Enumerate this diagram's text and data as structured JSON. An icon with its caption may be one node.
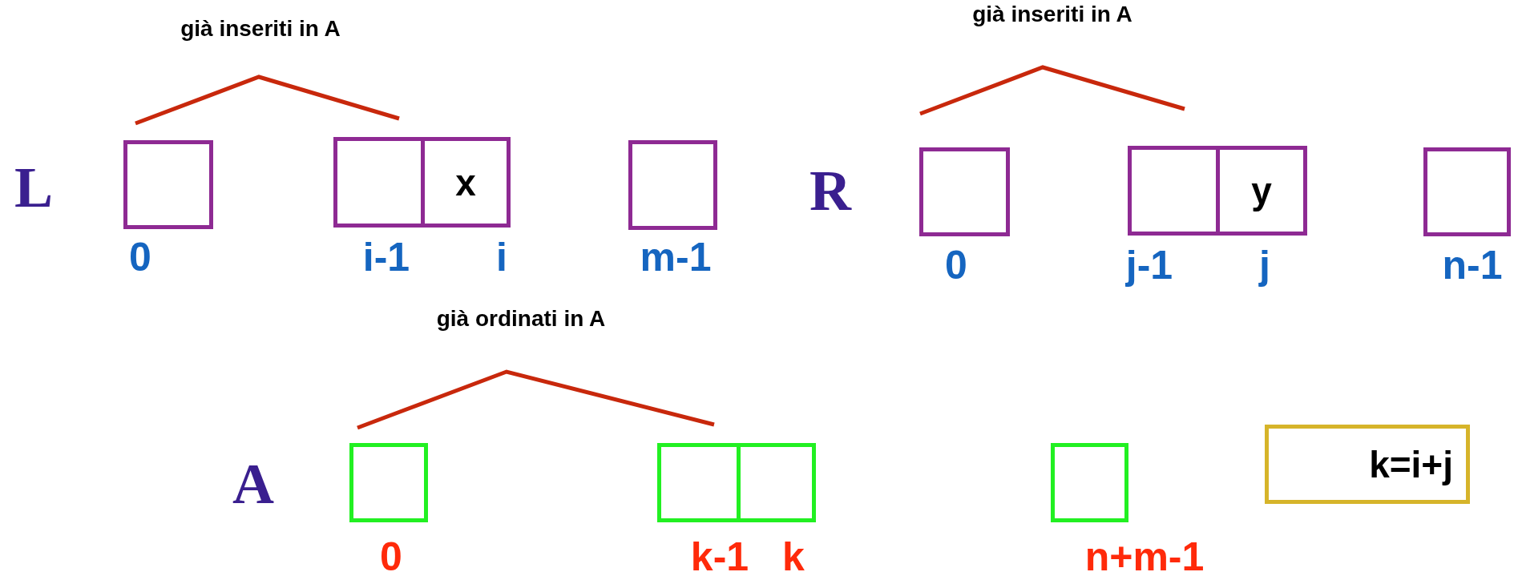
{
  "diagram": {
    "nodes": [
      {
        "text": [],
        "shape": "box"
      },
      {
        "text": [],
        "shape": "box"
      },
      {
        "text": [
          "x"
        ]
      },
      {
        "text": [],
        "shape": "box"
      },
      {
        "text": [],
        "shape": "box"
      },
      {
        "text": [],
        "shape": "box"
      },
      {
        "text": [
          "y"
        ]
      },
      {
        "text": [],
        "shape": "box"
      },
      {
        "text": [],
        "shape": "box"
      },
      {
        "text": [],
        "shape": "box"
      },
      {
        "text": [],
        "shape": "box"
      },
      {
        "text": [],
        "shape": "box"
      },
      {
        "text": [
          "k=i+j"
        ]
      }
    ],
    "labels": [
      "già inseriti in A",
      "già inseriti in A",
      "L",
      "R",
      "0",
      "i-1",
      "i",
      "m-1",
      "0",
      "j-1",
      "j",
      "n-1",
      "già ordinati in A",
      "A",
      "0",
      "k-1",
      "k",
      "n+m-1"
    ]
  }
}
